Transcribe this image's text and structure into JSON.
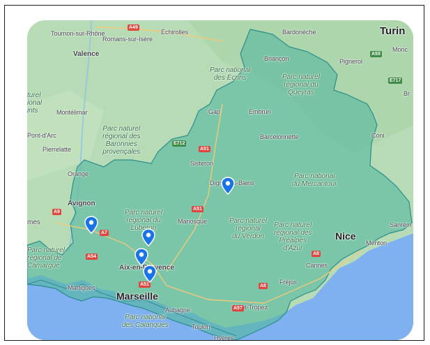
{
  "map": {
    "region_fill": "#56b8a0",
    "region_stroke": "#2b8c8c",
    "sea_color": "#7fb0f0",
    "land_color": "#b7dcb5",
    "marker_color": "#1a73e8",
    "marker_icon": "map-pin-icon",
    "marker_count": 5,
    "labels": {
      "tournon": "Tournon-sur-Rhône",
      "romans": "Romans-sur-Isère",
      "echirolles": "Échirolles",
      "valence": "Valence",
      "bardoneche": "Bardonèche",
      "turin": "Turin",
      "moncalieri": "Monc",
      "briancon": "Briançon",
      "pignerol": "Pignerol",
      "ecrins_1": "Parc national",
      "ecrins_2": "des Écrins",
      "queyras_1": "Parc naturel",
      "queyras_2": "régional du",
      "queyras_3": "Queyras",
      "brtr": "Br",
      "naturel_left": "turel",
      "regional_left": "ional",
      "ints": "ints",
      "montelimar": "Montélimar",
      "gap": "Gap",
      "embrun": "Embrun",
      "pont_darc": "Pont-d'Arc",
      "baronnies_1": "Parc naturel",
      "baronnies_2": "régional des",
      "baronnies_3": "Baronnies",
      "baronnies_4": "provençales",
      "barcelonnette": "Barcelonnette",
      "coni": "Coni",
      "pierrelatte": "Pierrelatte",
      "sisteron": "Sisteron",
      "orange": "Orange",
      "digne": "Digne-les-Bains",
      "mercantour_1": "Parc national",
      "mercantour_2": "du Mercantour",
      "avignon": "Avignon",
      "nimes": "mes",
      "luberon_1": "Parc naturel",
      "luberon_2": "régional du",
      "luberon_3": "Luberon",
      "manosque": "Manosque",
      "verdon_1": "Parc naturel",
      "verdon_2": "régional",
      "verdon_3": "du Verdon",
      "prealpes_1": "Parc naturel",
      "prealpes_2": "régional des",
      "prealpes_3": "Préalpes",
      "prealpes_4": "d'Azur",
      "nice": "Nice",
      "sanremo": "Sanrem",
      "menton": "Menton",
      "camargue_1": "Parc naturel",
      "camargue_2": "régional de",
      "camargue_3": "Camargue",
      "aix": "Aix-en-Provence",
      "cannes": "Cannes",
      "martigues": "Martigues",
      "frejus": "Fréjus",
      "marseille": "Marseille",
      "aubagne": "Aubagne",
      "saint_tropez": "Saint-Tropez",
      "calanques_1": "Parc national",
      "calanques_2": "des Calanques",
      "toulon": "Toulon",
      "hyeres": "Hyères"
    },
    "roads": {
      "a49": "A49",
      "a55": "A55",
      "e717": "E717",
      "e712": "E712",
      "a51_n": "A51",
      "a51_c": "A51",
      "a51_s": "A51",
      "a9": "A9",
      "a7": "A7",
      "a54": "A54",
      "a8_e": "A8",
      "a8_w": "A8",
      "a57": "A57"
    }
  }
}
